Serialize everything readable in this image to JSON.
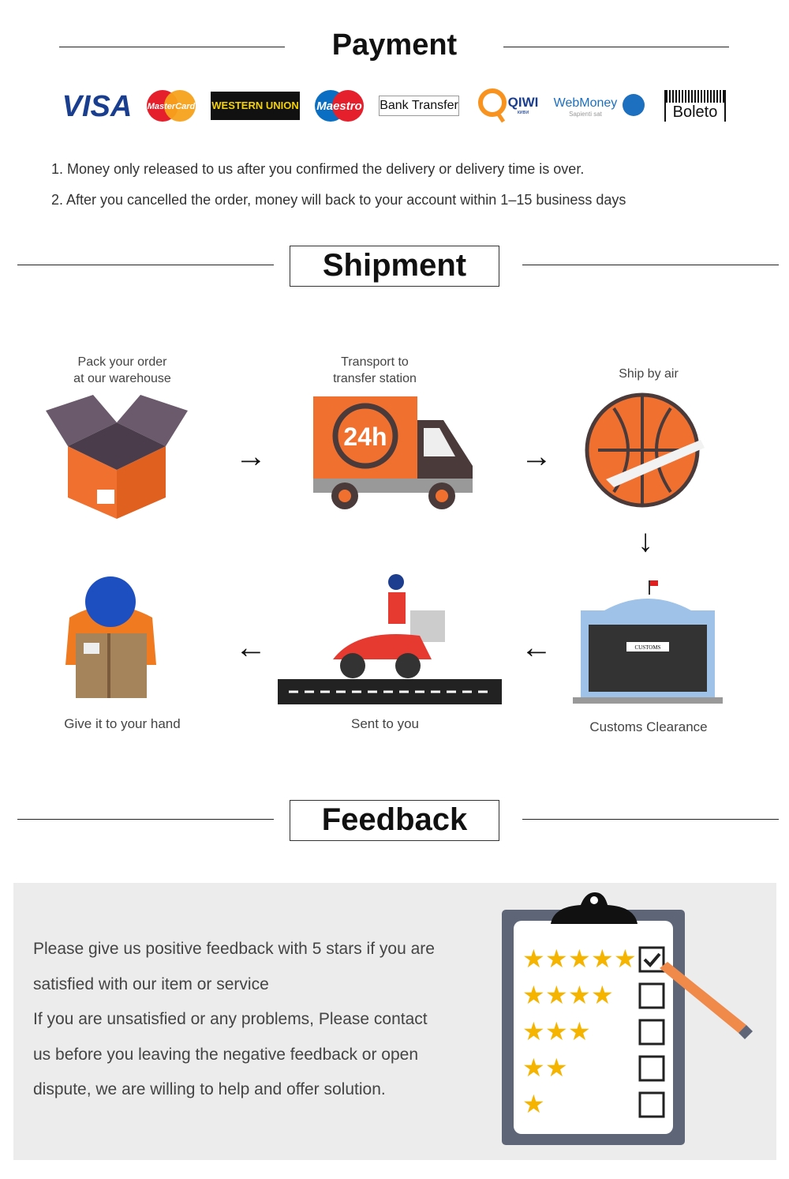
{
  "payment": {
    "title": "Payment",
    "methods": [
      "VISA",
      "MasterCard",
      "WESTERN UNION",
      "Maestro",
      "Bank Transfer",
      "QIWI",
      "WebMoney",
      "Boleto"
    ],
    "webmoney_tagline": "Sapienti sat",
    "qiwi_sub": "киви",
    "notes": [
      "1. Money only released to us after you confirmed the delivery or delivery time is over.",
      "2. After you cancelled the order, money will back to your account within 1–15  business days"
    ]
  },
  "shipment": {
    "title": "Shipment",
    "steps": [
      {
        "label": "Pack your order\nat our warehouse",
        "icon": "box-icon"
      },
      {
        "label": "Transport to\ntransfer station",
        "icon": "truck-icon",
        "badge": "24h"
      },
      {
        "label": "Ship by air",
        "icon": "airplane-globe-icon"
      },
      {
        "label": "Customs Clearance",
        "icon": "customs-building-icon",
        "sign": "CUSTOMS"
      },
      {
        "label": "Sent to you",
        "icon": "scooter-icon"
      },
      {
        "label": "Give it to your hand",
        "icon": "courier-icon"
      }
    ]
  },
  "feedback": {
    "title": "Feedback",
    "lines": [
      "Please give us  positive feedback with 5 stars if you are",
      "satisfied with our item or service",
      "If you are unsatisfied or any problems, Please contact",
      "us before you leaving the negative feedback or open",
      "dispute, we are willing to help and offer solution."
    ],
    "rating_rows": [
      5,
      4,
      3,
      2,
      1
    ],
    "checked_row": 5
  },
  "colors": {
    "orange": "#f07030",
    "star": "#f4b400",
    "clipboard": "#5d6577",
    "panel": "#ececec"
  }
}
